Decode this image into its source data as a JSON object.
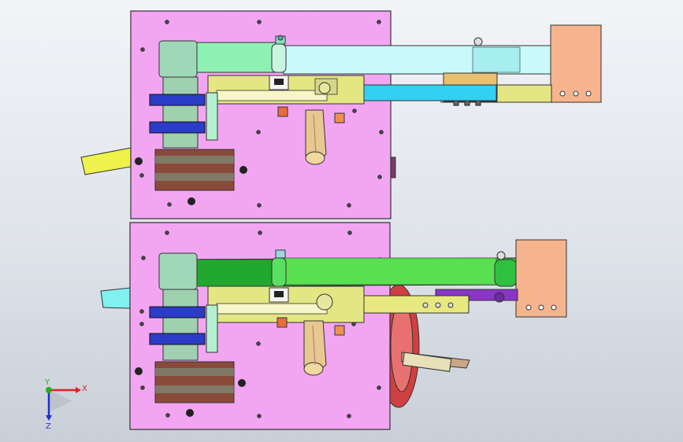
{
  "viewport": {
    "background_top": "#f3f4f8",
    "background_bottom": "#c9cfd8"
  },
  "axis_triad": {
    "x_label": "X",
    "y_label": "Y",
    "z_label": "Z",
    "x_color": "#e02020",
    "y_color": "#20b020",
    "z_color": "#2030d0"
  },
  "colors": {
    "plate": "#f2a6f2",
    "lever_top": "#8ff0b4",
    "lever_top_light": "#c8fafa",
    "lever_bottom": "#33d23a",
    "block": "#f6b48e",
    "bracket": "#e4e684",
    "slider_top": "#32d0f2",
    "slider_bottom": "#e8e880",
    "clamp_blue": "#2a3cc8",
    "pulley_green": "#9fd8b8",
    "motor_brown": "#8a4a3a",
    "handle": "#e8c890",
    "yellow_bar": "#eef24a",
    "cyan_tab": "#80f0f0",
    "purple": "#8a34c8",
    "red_disc": "#d04040"
  }
}
